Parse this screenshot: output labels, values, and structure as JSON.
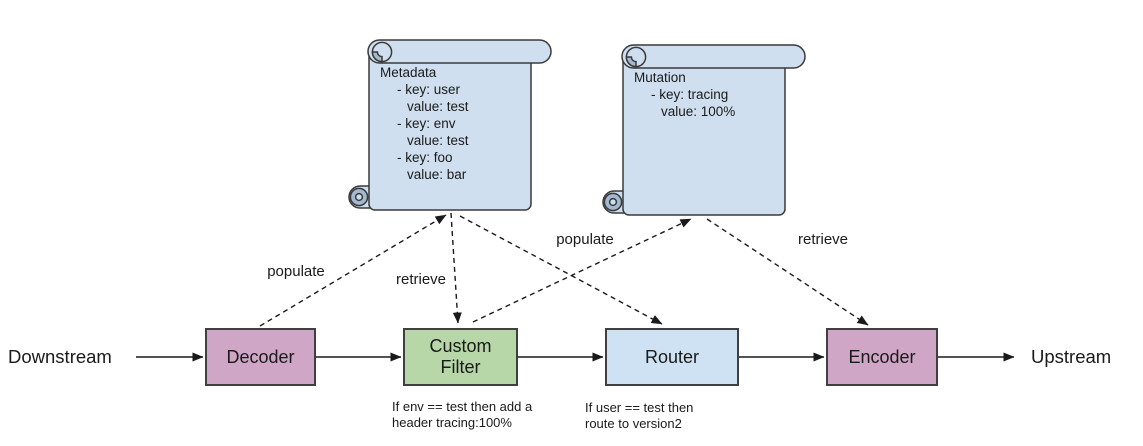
{
  "canvas": {
    "background": "#ffffff"
  },
  "flow": {
    "source_label": "Downstream",
    "sink_label": "Upstream",
    "nodes": [
      {
        "id": "decoder",
        "label": "Decoder",
        "fill": "#d0a6c6"
      },
      {
        "id": "custom-filter",
        "label": "Custom\nFilter",
        "fill": "#b7d7a8",
        "caption": "If env == test then add a\nheader tracing:100%"
      },
      {
        "id": "router",
        "label": "Router",
        "fill": "#cfe2f3",
        "caption": "If user == test then\nroute to version2"
      },
      {
        "id": "encoder",
        "label": "Encoder",
        "fill": "#d0a6c6"
      }
    ]
  },
  "scrolls": {
    "fill": "#cfdff0",
    "curl_fill": "#a4b9d0",
    "items": [
      {
        "id": "metadata",
        "title": "Metadata",
        "lines": [
          "- key: user",
          "value: test",
          "- key: env",
          "value: test",
          "- key: foo",
          "value: bar"
        ]
      },
      {
        "id": "mutation",
        "title": "Mutation",
        "lines": [
          "- key: tracing",
          "value: 100%"
        ]
      }
    ]
  },
  "connectors": [
    {
      "id": "decoder-to-metadata",
      "label": "populate"
    },
    {
      "id": "metadata-to-custom-filter",
      "label": "retrieve"
    },
    {
      "id": "metadata-to-router",
      "label": ""
    },
    {
      "id": "custom-filter-to-mutation",
      "label": "populate"
    },
    {
      "id": "mutation-to-encoder",
      "label": "retrieve"
    }
  ]
}
